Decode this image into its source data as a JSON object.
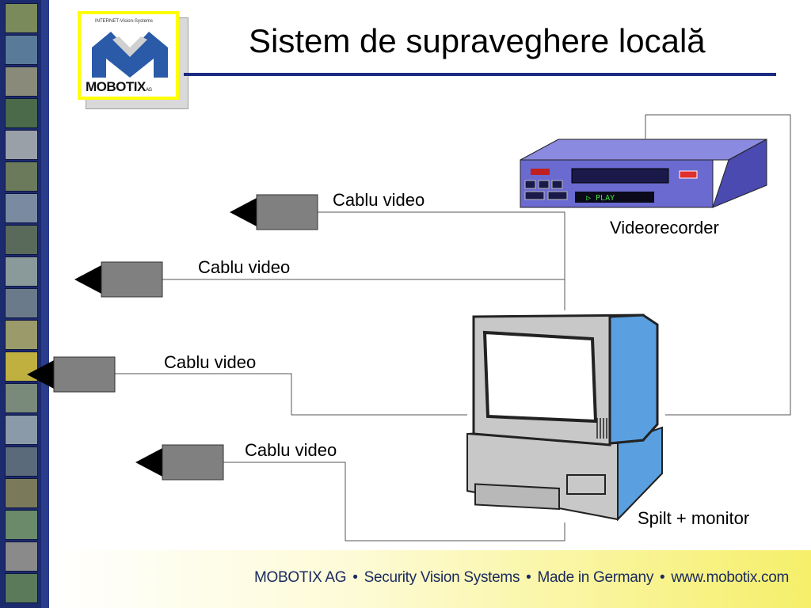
{
  "title": "Sistem de supraveghere locală",
  "logo": {
    "name": "MOBOTIX",
    "suffix": "AG",
    "tagline": "INTERNET-Vision-Systems"
  },
  "cameras": [
    {
      "cable_label": "Cablu video"
    },
    {
      "cable_label": "Cablu video"
    },
    {
      "cable_label": "Cablu video"
    },
    {
      "cable_label": "Cablu video"
    }
  ],
  "videorecorder": {
    "label": "Videorecorder",
    "display": "▷ PLAY"
  },
  "monitor": {
    "label": "Spilt + monitor"
  },
  "footer": {
    "items": [
      "MOBOTIX AG",
      "Security Vision Systems",
      "Made in Germany",
      "www.mobotix.com"
    ],
    "separator": "•"
  },
  "colors": {
    "title_rule": "#1a2a80",
    "logo_frame": "#ffff00",
    "vcr_body": "#6a6ad0",
    "monitor_side": "#5aa0e0",
    "camera_body": "#808080"
  }
}
